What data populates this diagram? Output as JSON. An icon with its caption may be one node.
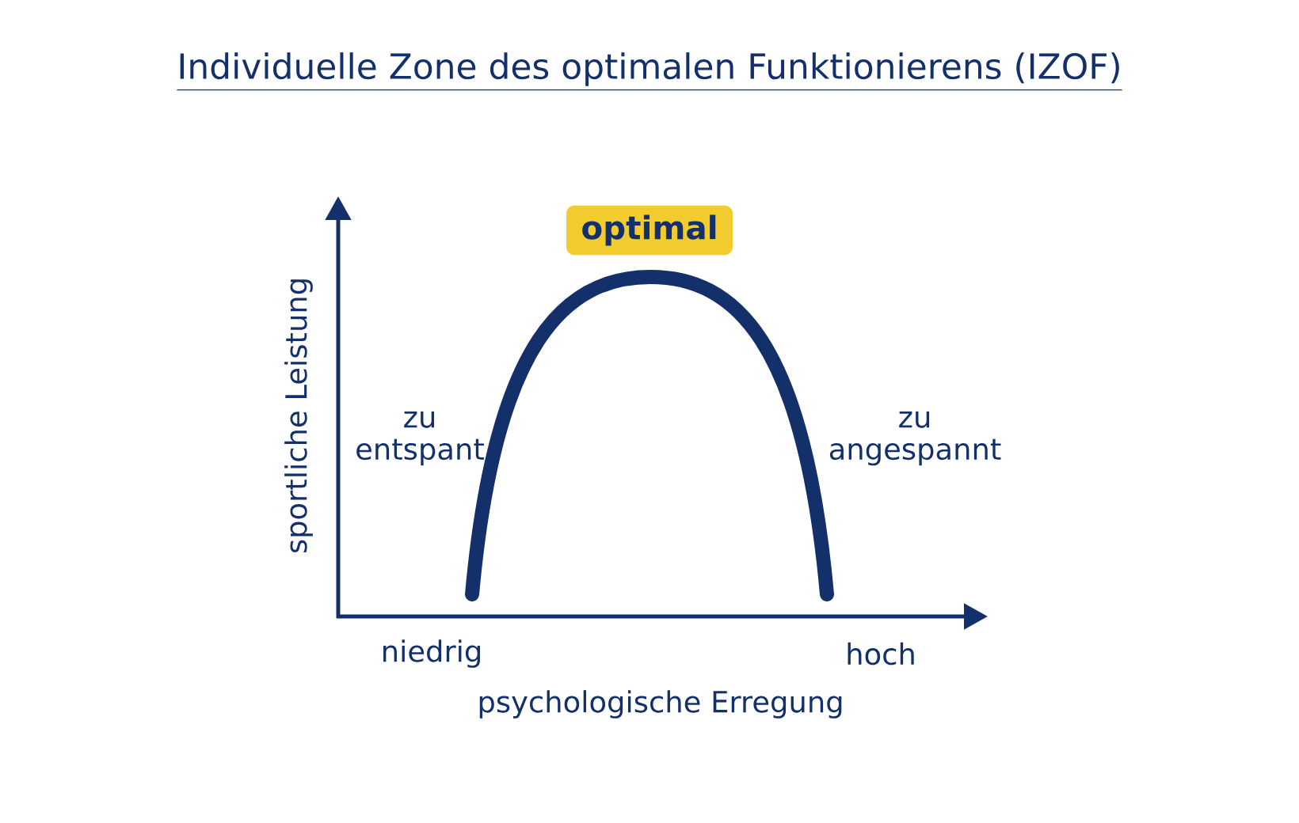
{
  "diagram": {
    "title": "Individuelle Zone des optimalen Funktionierens (IZOF)",
    "nodes": [
      {
        "text": [
          "optimal"
        ]
      }
    ],
    "labels": [
      "zu entspant",
      "zu angespannt",
      "niedrig",
      "hoch",
      "psychologische Erregung",
      "sportliche Leistung"
    ]
  }
}
